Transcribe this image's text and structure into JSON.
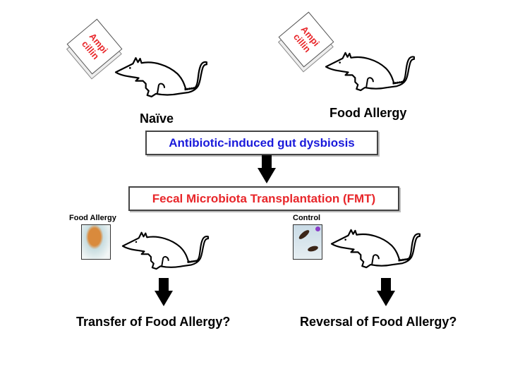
{
  "packets": [
    {
      "line1": "Ampi",
      "line2": "cillin"
    },
    {
      "line1": "Ampi",
      "line2": "cillin"
    }
  ],
  "top_labels": {
    "naive": "Naïve",
    "food_allergy": "Food Allergy"
  },
  "dysbiosis_box": "Antibiotic-induced gut dysbiosis",
  "fmt_box": "Fecal Microbiota Transplantation (FMT)",
  "donor_labels": {
    "food_allergy": "Food Allergy",
    "control": "Control"
  },
  "outcomes": {
    "transfer": "Transfer of Food Allergy?",
    "reversal": "Reversal of Food Allergy?"
  },
  "colors": {
    "blue": "#1a1adb",
    "red": "#e8262a"
  }
}
